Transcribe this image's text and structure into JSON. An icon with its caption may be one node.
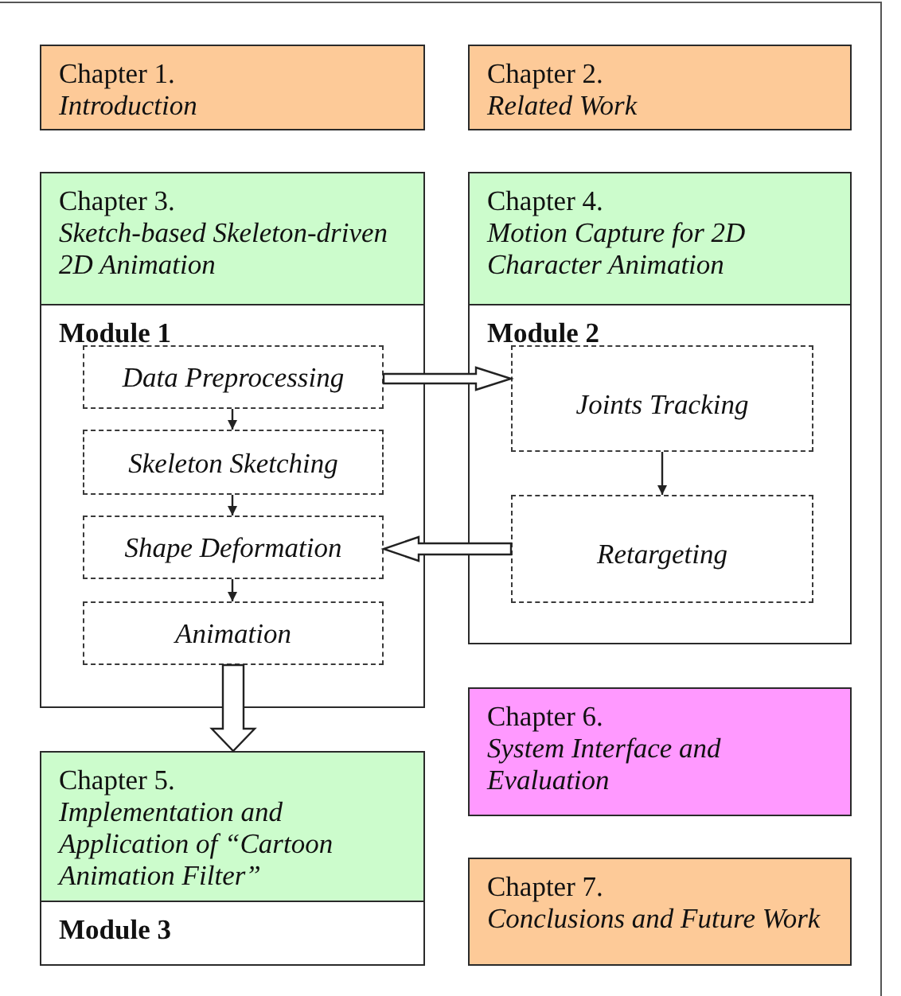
{
  "diagram": {
    "nodes": [
      {
        "text": [
          "Chapter 1.",
          "Introduction"
        ]
      },
      {
        "text": [
          "Chapter 2.",
          "Related Work"
        ]
      },
      {
        "text": [
          "Chapter 3.",
          "Sketch-based Skeleton-driven 2D Animation",
          "Module 1"
        ]
      },
      {
        "text": [
          "Data Preprocessing"
        ],
        "in": 2
      },
      {
        "text": [
          "Skeleton Sketching"
        ],
        "in": 2
      },
      {
        "text": [
          "Shape Deformation"
        ],
        "in": 2
      },
      {
        "text": [
          "Animation"
        ],
        "in": 2
      },
      {
        "text": [
          "Chapter 4.",
          "Motion Capture for 2D Character Animation",
          "Module 2"
        ]
      },
      {
        "text": [
          "Joints Tracking"
        ],
        "in": 7
      },
      {
        "text": [
          "Retargeting"
        ],
        "in": 7
      },
      {
        "text": [
          "Chapter 5.",
          "Implementation and Application of “Cartoon Animation Filter”",
          "Module 3"
        ]
      },
      {
        "text": [
          "Chapter 6.",
          "System Interface and Evaluation"
        ]
      },
      {
        "text": [
          "Chapter 7.",
          "Conclusions and Future Work"
        ]
      }
    ],
    "edges": [
      {
        "from": 3,
        "to": 4,
        "arrow": "to"
      },
      {
        "from": 4,
        "to": 5,
        "arrow": "to"
      },
      {
        "from": 5,
        "to": 6,
        "arrow": "to"
      },
      {
        "from": 3,
        "to": 8,
        "arrow": "to",
        "style": "thick"
      },
      {
        "from": 8,
        "to": 9,
        "arrow": "to"
      },
      {
        "from": 9,
        "to": 5,
        "arrow": "to",
        "style": "thick"
      },
      {
        "from": 6,
        "to": 10,
        "arrow": "to",
        "style": "thick"
      }
    ]
  }
}
